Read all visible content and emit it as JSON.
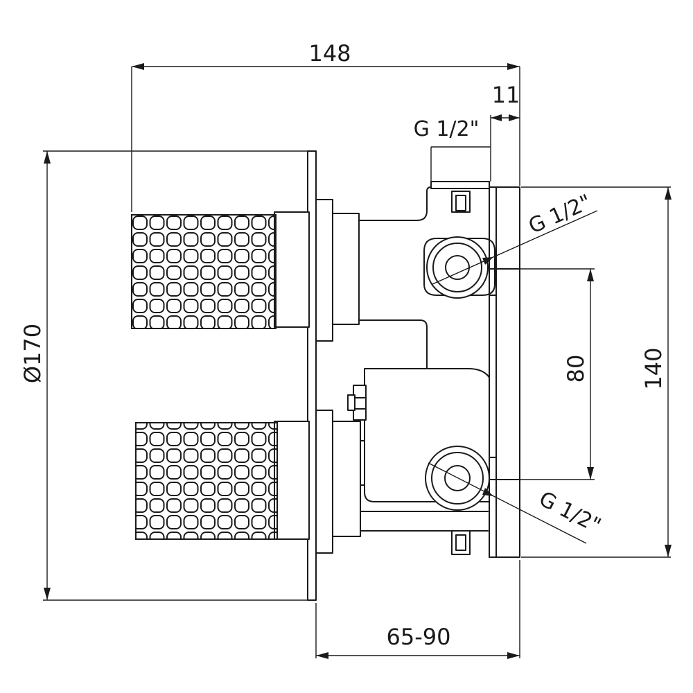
{
  "dimensions": {
    "overall_width": "148",
    "top_offset": "11",
    "plate_diameter": "Ø170",
    "connection_spacing": "80",
    "body_height": "140",
    "install_depth": "65-90"
  },
  "thread_labels": {
    "top_inlet": "G 1/2\"",
    "upper_right": "G 1/2\"",
    "lower_right": "G 1/2\""
  }
}
